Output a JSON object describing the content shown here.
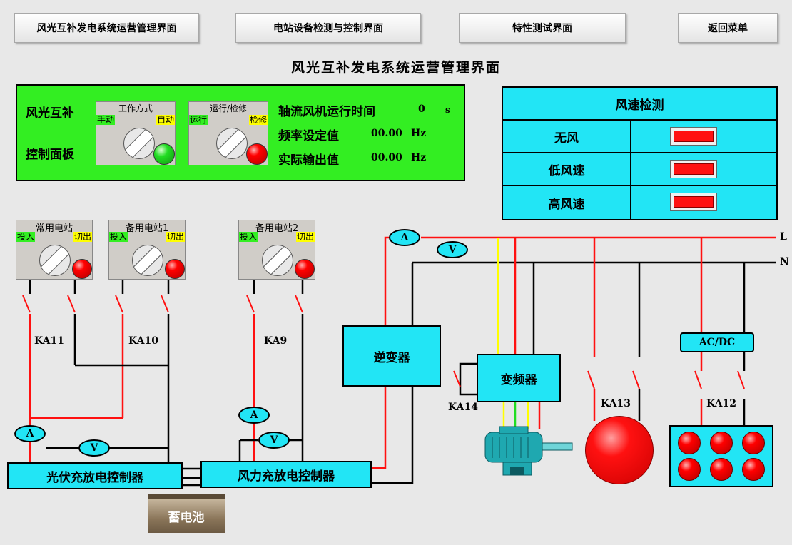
{
  "nav": {
    "btn1": "风光互补发电系统运营管理界面",
    "btn2": "电站设备检测与控制界面",
    "btn3": "特性测试界面",
    "btn4": "返回菜单"
  },
  "page_title": "风光互补发电系统运营管理界面",
  "control_panel": {
    "title_line1": "风光互补",
    "title_line2": "控制面板",
    "mode_switch": {
      "label": "工作方式",
      "left": "手动",
      "right": "自动"
    },
    "run_switch": {
      "label": "运行/检修",
      "left": "运行",
      "right": "检修"
    },
    "fan_runtime_label": "轴流风机运行时间",
    "fan_runtime_value": "0",
    "fan_runtime_unit": "s",
    "freq_set_label": "频率设定值",
    "freq_set_value": "00.00",
    "freq_set_unit": "Hz",
    "actual_out_label": "实际输出值",
    "actual_out_value": "00.00",
    "actual_out_unit": "Hz"
  },
  "wind_detection": {
    "title": "风速检测",
    "rows": [
      "无风",
      "低风速",
      "高风速"
    ]
  },
  "stations": [
    {
      "label": "常用电站",
      "on": "投入",
      "off": "切出"
    },
    {
      "label": "备用电站1",
      "on": "投入",
      "off": "切出"
    },
    {
      "label": "备用电站2",
      "on": "投入",
      "off": "切出"
    }
  ],
  "relays": {
    "ka11": "KA11",
    "ka10": "KA10",
    "ka9": "KA9",
    "ka14": "KA14",
    "ka13": "KA13",
    "ka12": "KA12"
  },
  "meters": {
    "a": "A",
    "v": "V"
  },
  "rails": {
    "l": "L",
    "n": "N"
  },
  "boxes": {
    "inverter": "逆变器",
    "vfd": "变频器",
    "acdc": "AC/DC",
    "pv_controller": "光伏充放电控制器",
    "wind_controller": "风力充放电控制器",
    "battery": "蓄电池"
  },
  "colors": {
    "panel_green": "#33ee22",
    "cyan": "#22e5f5",
    "wire_red": "#ff1010",
    "wire_black": "#000000",
    "wire_yellow": "#ffff00"
  }
}
